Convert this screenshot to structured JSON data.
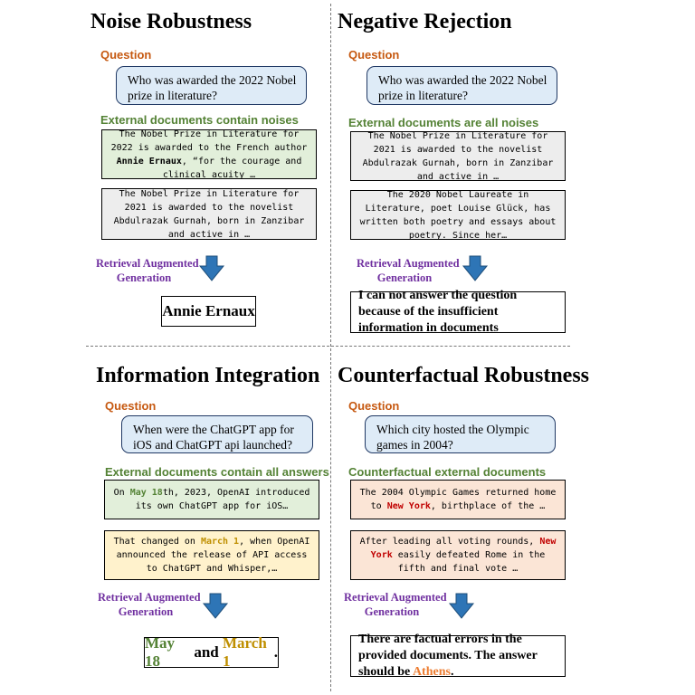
{
  "quadrants": {
    "noise": {
      "title": "Noise Robustness",
      "question_label": "Question",
      "question": "Who was awarded the 2022 Nobel prize in literature?",
      "docs_label": "External documents contain noises",
      "doc1": {
        "pre": "The Nobel Prize in Literature for 2022 is awarded to the French author ",
        "highlight": "Annie Ernaux",
        "post": ", “for the courage and clinical acuity …"
      },
      "doc2": "The Nobel Prize in Literature for 2021 is awarded to the novelist Abdulrazak Gurnah, born in Zanzibar and active in …",
      "rag_label_1": "Retrieval Augmented",
      "rag_label_2": "Generation",
      "answer": "Annie Ernaux"
    },
    "negative": {
      "title": "Negative Rejection",
      "question_label": "Question",
      "question": "Who was awarded the 2022 Nobel prize in literature?",
      "docs_label": "External documents are all noises",
      "doc1": "The Nobel Prize in Literature for 2021 is awarded to the novelist Abdulrazak Gurnah, born in Zanzibar and active in …",
      "doc2": "The 2020 Nobel Laureate in Literature, poet Louise Glück, has written both poetry and essays about poetry. Since her…",
      "rag_label_1": "Retrieval Augmented",
      "rag_label_2": "Generation",
      "answer": "I can not answer the question because of the insufficient information in documents"
    },
    "integration": {
      "title": "Information Integration",
      "question_label": "Question",
      "question": "When were the ChatGPT app for iOS and ChatGPT api launched?",
      "docs_label": "External documents contain all answers",
      "doc1": {
        "pre": "On ",
        "highlight": "May 18",
        "post": "th, 2023, OpenAI introduced its own ChatGPT app for iOS…"
      },
      "doc2": {
        "pre": "That changed on ",
        "highlight": "March 1",
        "post": ", when OpenAI announced the release of API access to ChatGPT and Whisper,…"
      },
      "rag_label_1": "Retrieval Augmented",
      "rag_label_2": "Generation",
      "answer": {
        "part1": "May 18",
        "and": " and ",
        "part2": "March 1",
        "end": "."
      }
    },
    "counterfactual": {
      "title": "Counterfactual Robustness",
      "question_label": "Question",
      "question": "Which city hosted the Olympic games in 2004?",
      "docs_label": "Counterfactual external documents",
      "doc1": {
        "pre": "The 2004 Olympic Games returned home to ",
        "highlight": "New York",
        "post": ", birthplace of the …"
      },
      "doc2": {
        "pre": "After leading all voting rounds, ",
        "highlight": "New York",
        "post": " easily defeated Rome in the fifth and final vote …"
      },
      "rag_label_1": "Retrieval Augmented",
      "rag_label_2": "Generation",
      "answer": {
        "pre": "There are factual errors in the provided documents. The answer should be ",
        "highlight": "Athens",
        "post": "."
      }
    }
  },
  "colors": {
    "question_label": "#c65911",
    "docs_label": "#548235",
    "rag_label": "#7030a0",
    "arrow": "#2e75b6",
    "question_fill": "#deebf7",
    "green_highlight": "#548235",
    "gold_highlight": "#bf8f00",
    "red_highlight": "#c00000",
    "orange_highlight": "#ed7d31"
  }
}
